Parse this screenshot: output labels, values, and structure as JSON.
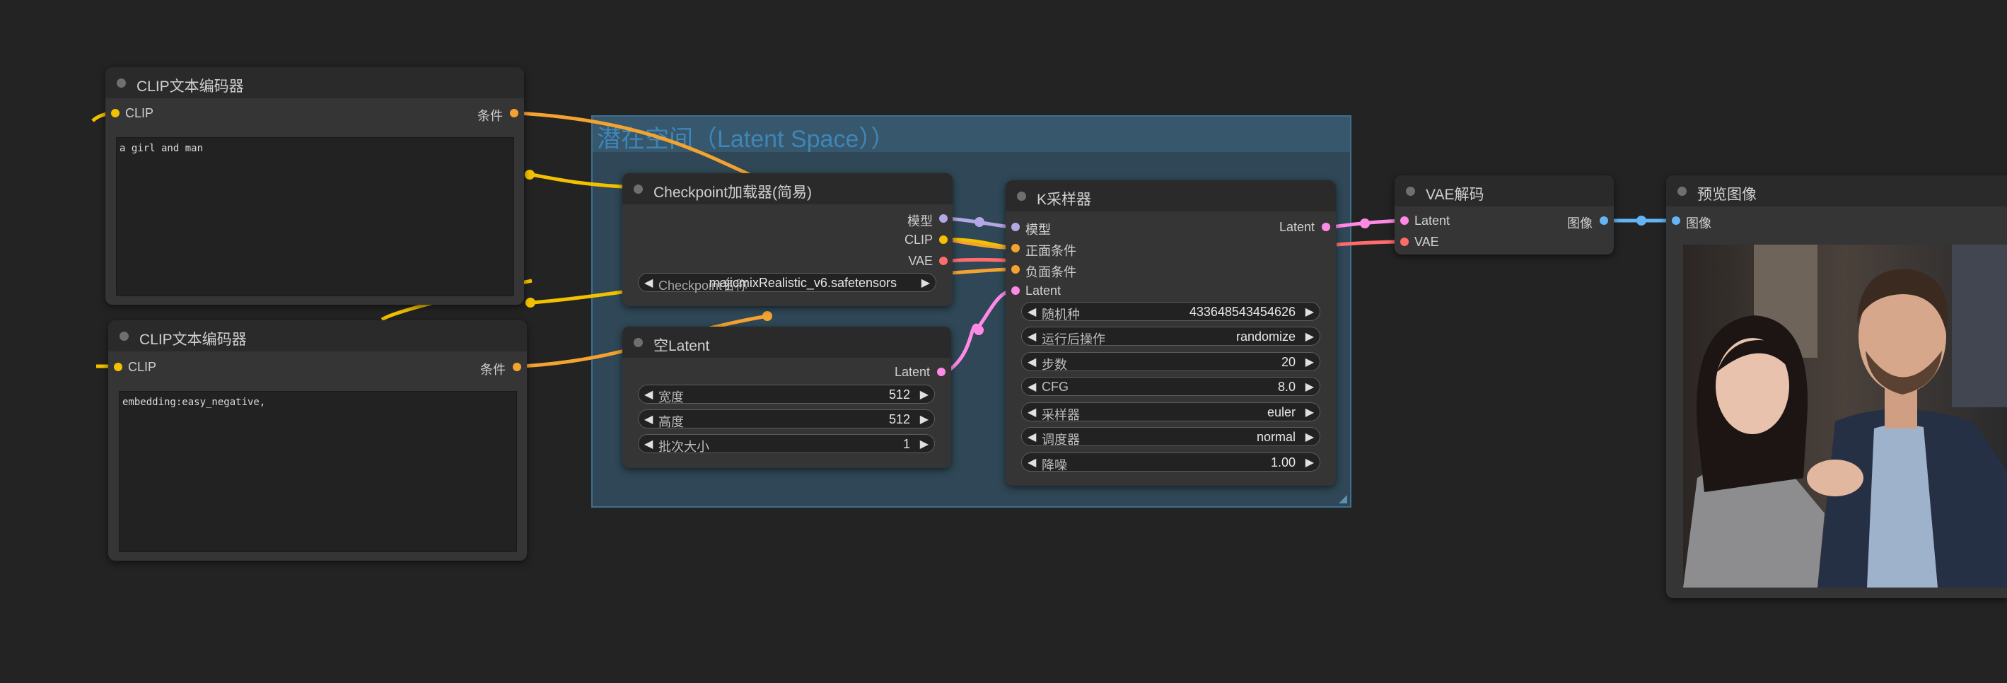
{
  "group": {
    "title": "潜在空间（Latent Space））"
  },
  "colors": {
    "clip": "#f2c200",
    "conditioning": "#f5a330",
    "model": "#b5a7e5",
    "vae": "#ff6c6c",
    "latent": "#ff8ae6",
    "image": "#64b5f6"
  },
  "nodes": {
    "clip_pos": {
      "title": "CLIP文本编码器",
      "input": "CLIP",
      "output": "条件",
      "text": "a girl and man"
    },
    "clip_neg": {
      "title": "CLIP文本编码器",
      "input": "CLIP",
      "output": "条件",
      "text": "embedding:easy_negative,"
    },
    "checkpoint": {
      "title": "Checkpoint加载器(简易)",
      "outputs": [
        "模型",
        "CLIP",
        "VAE"
      ],
      "widget_label": "Checkpoint名称",
      "widget_value": "majicmixRealistic_v6.safetensors"
    },
    "empty_latent": {
      "title": "空Latent",
      "output": "Latent",
      "widgets": [
        {
          "label": "宽度",
          "value": "512"
        },
        {
          "label": "高度",
          "value": "512"
        },
        {
          "label": "批次大小",
          "value": "1"
        }
      ]
    },
    "ksampler": {
      "title": "K采样器",
      "inputs": [
        "模型",
        "正面条件",
        "负面条件",
        "Latent"
      ],
      "output": "Latent",
      "widgets": [
        {
          "label": "随机种",
          "value": "433648543454626"
        },
        {
          "label": "运行后操作",
          "value": "randomize"
        },
        {
          "label": "步数",
          "value": "20"
        },
        {
          "label": "CFG",
          "value": "8.0"
        },
        {
          "label": "采样器",
          "value": "euler"
        },
        {
          "label": "调度器",
          "value": "normal"
        },
        {
          "label": "降噪",
          "value": "1.00"
        }
      ]
    },
    "vae_decode": {
      "title": "VAE解码",
      "inputs": [
        "Latent",
        "VAE"
      ],
      "output": "图像"
    },
    "preview": {
      "title": "预览图像",
      "input": "图像"
    }
  },
  "icons": {
    "left_arrow": "◀",
    "right_arrow": "▶",
    "node_status": "circle"
  }
}
